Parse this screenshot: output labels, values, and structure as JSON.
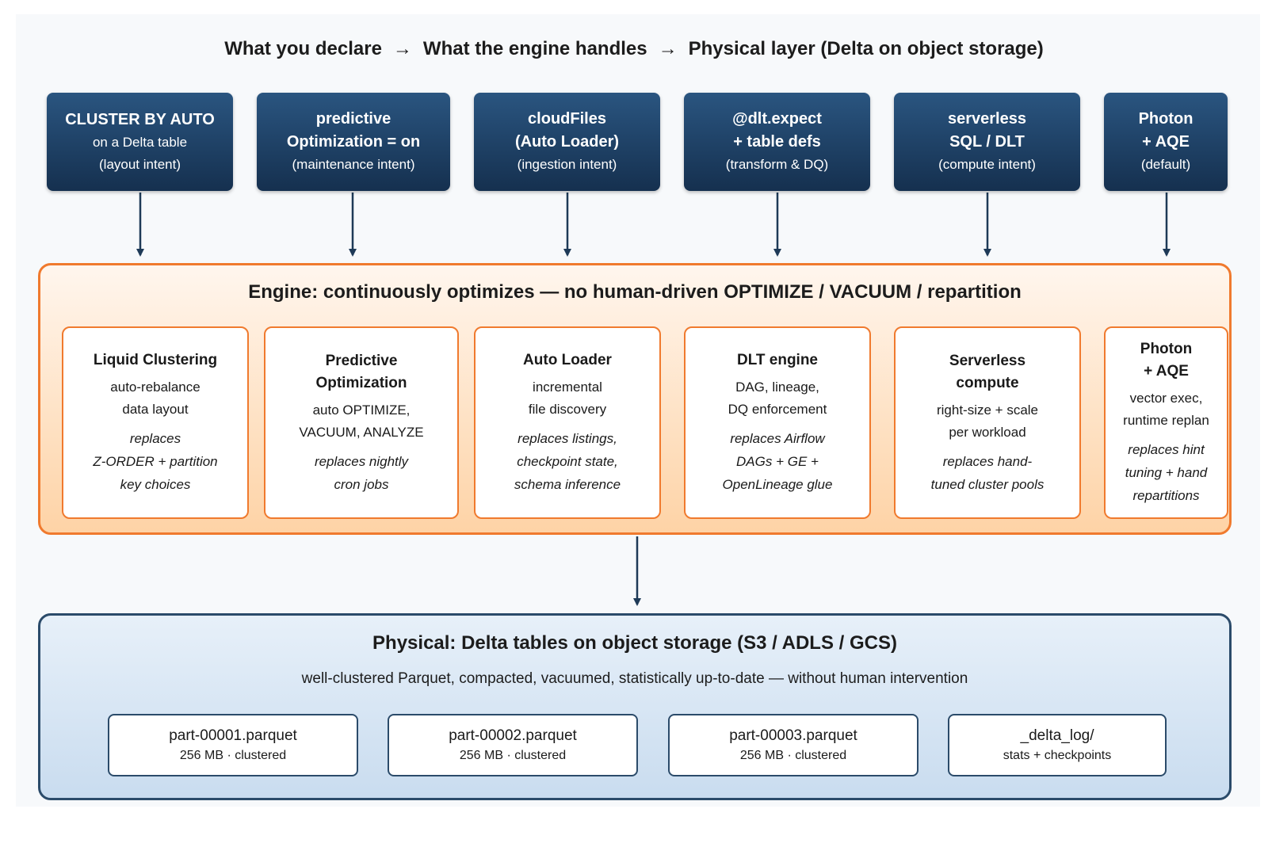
{
  "header": {
    "segments": [
      "What you declare",
      "What the engine handles",
      "Physical layer (Delta on object storage)"
    ],
    "separator": "→"
  },
  "intents": [
    {
      "title_lines": [
        "CLUSTER BY AUTO"
      ],
      "sub_lines": [
        "on a Delta table",
        "(layout intent)"
      ]
    },
    {
      "title_lines": [
        "predictive",
        "Optimization = on"
      ],
      "sub_lines": [
        "(maintenance intent)"
      ]
    },
    {
      "title_lines": [
        "cloudFiles",
        "(Auto Loader)"
      ],
      "sub_lines": [
        "(ingestion intent)"
      ]
    },
    {
      "title_lines": [
        "@dlt.expect",
        "+ table defs"
      ],
      "sub_lines": [
        "(transform & DQ)"
      ]
    },
    {
      "title_lines": [
        "serverless",
        "SQL / DLT"
      ],
      "sub_lines": [
        "(compute intent)"
      ]
    },
    {
      "title_lines": [
        "Photon",
        "+ AQE"
      ],
      "sub_lines": [
        "(default)"
      ]
    }
  ],
  "engine": {
    "title": "Engine: continuously optimizes — no human-driven OPTIMIZE / VACUUM / repartition",
    "cards": [
      {
        "title_lines": [
          "Liquid Clustering"
        ],
        "desc_lines": [
          "auto-rebalance",
          "data layout"
        ],
        "replaces_lines": [
          "replaces",
          "Z-ORDER + partition",
          "key choices"
        ]
      },
      {
        "title_lines": [
          "Predictive",
          "Optimization"
        ],
        "desc_lines": [
          "auto OPTIMIZE,",
          "VACUUM, ANALYZE"
        ],
        "replaces_lines": [
          "replaces nightly",
          "cron jobs"
        ]
      },
      {
        "title_lines": [
          "Auto Loader"
        ],
        "desc_lines": [
          "incremental",
          "file discovery"
        ],
        "replaces_lines": [
          "replaces listings,",
          "checkpoint state,",
          "schema inference"
        ]
      },
      {
        "title_lines": [
          "DLT engine"
        ],
        "desc_lines": [
          "DAG, lineage,",
          "DQ enforcement"
        ],
        "replaces_lines": [
          "replaces Airflow",
          "DAGs + GE +",
          "OpenLineage glue"
        ]
      },
      {
        "title_lines": [
          "Serverless",
          "compute"
        ],
        "desc_lines": [
          "right-size + scale",
          "per workload"
        ],
        "replaces_lines": [
          "replaces hand-",
          "tuned cluster pools"
        ]
      },
      {
        "title_lines": [
          "Photon",
          "+ AQE"
        ],
        "desc_lines": [
          "vector exec,",
          "runtime replan"
        ],
        "replaces_lines": [
          "replaces hint",
          "tuning + hand",
          "repartitions"
        ]
      }
    ]
  },
  "physical": {
    "title": "Physical: Delta tables on object storage (S3 / ADLS / GCS)",
    "subtitle": "well-clustered Parquet, compacted, vacuumed, statistically up-to-date — without human intervention",
    "files": [
      {
        "name": "part-00001.parquet",
        "meta": "256 MB · clustered"
      },
      {
        "name": "part-00002.parquet",
        "meta": "256 MB · clustered"
      },
      {
        "name": "part-00003.parquet",
        "meta": "256 MB · clustered"
      },
      {
        "name": "_delta_log/",
        "meta": "stats + checkpoints"
      }
    ]
  },
  "colors": {
    "intent_top": "#2a5580",
    "intent_bottom": "#15304f",
    "engine_border": "#f07a2e",
    "physical_border": "#2b4b6a",
    "arrow": "#1e3a57"
  }
}
